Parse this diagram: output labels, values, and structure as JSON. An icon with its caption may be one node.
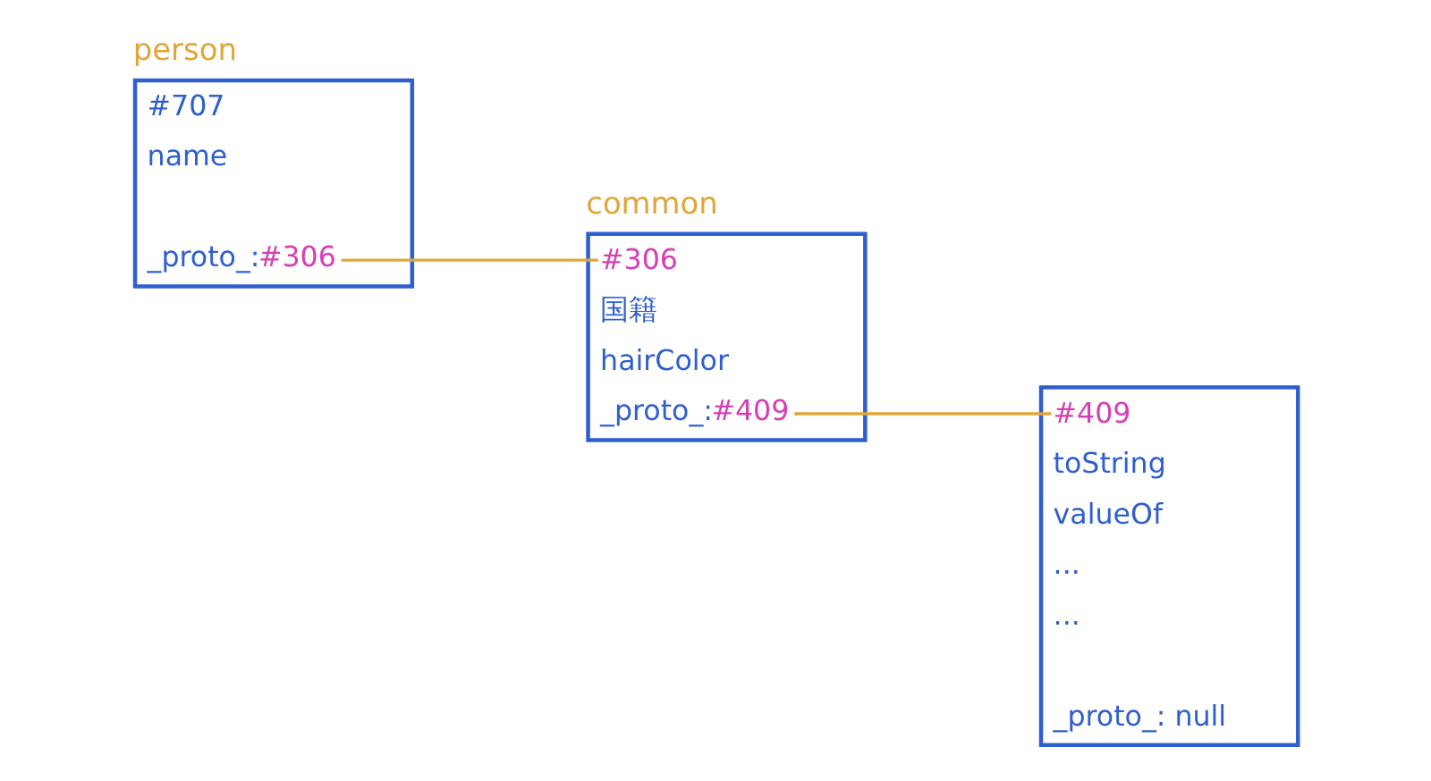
{
  "diagram": {
    "nodes": [
      {
        "text": [
          "person",
          "#707",
          "name",
          "_proto_:",
          "#306"
        ]
      },
      {
        "text": [
          "common",
          "#306",
          "国籍",
          "hairColor",
          "_proto_:",
          "#409"
        ]
      },
      {
        "text": [
          "#409",
          "toString",
          "valueOf",
          "...",
          "...",
          "_proto_: null"
        ]
      }
    ],
    "edges": [
      {
        "from": 0,
        "to": 1,
        "arrow": "none"
      },
      {
        "from": 1,
        "to": 2,
        "arrow": "none"
      }
    ]
  }
}
